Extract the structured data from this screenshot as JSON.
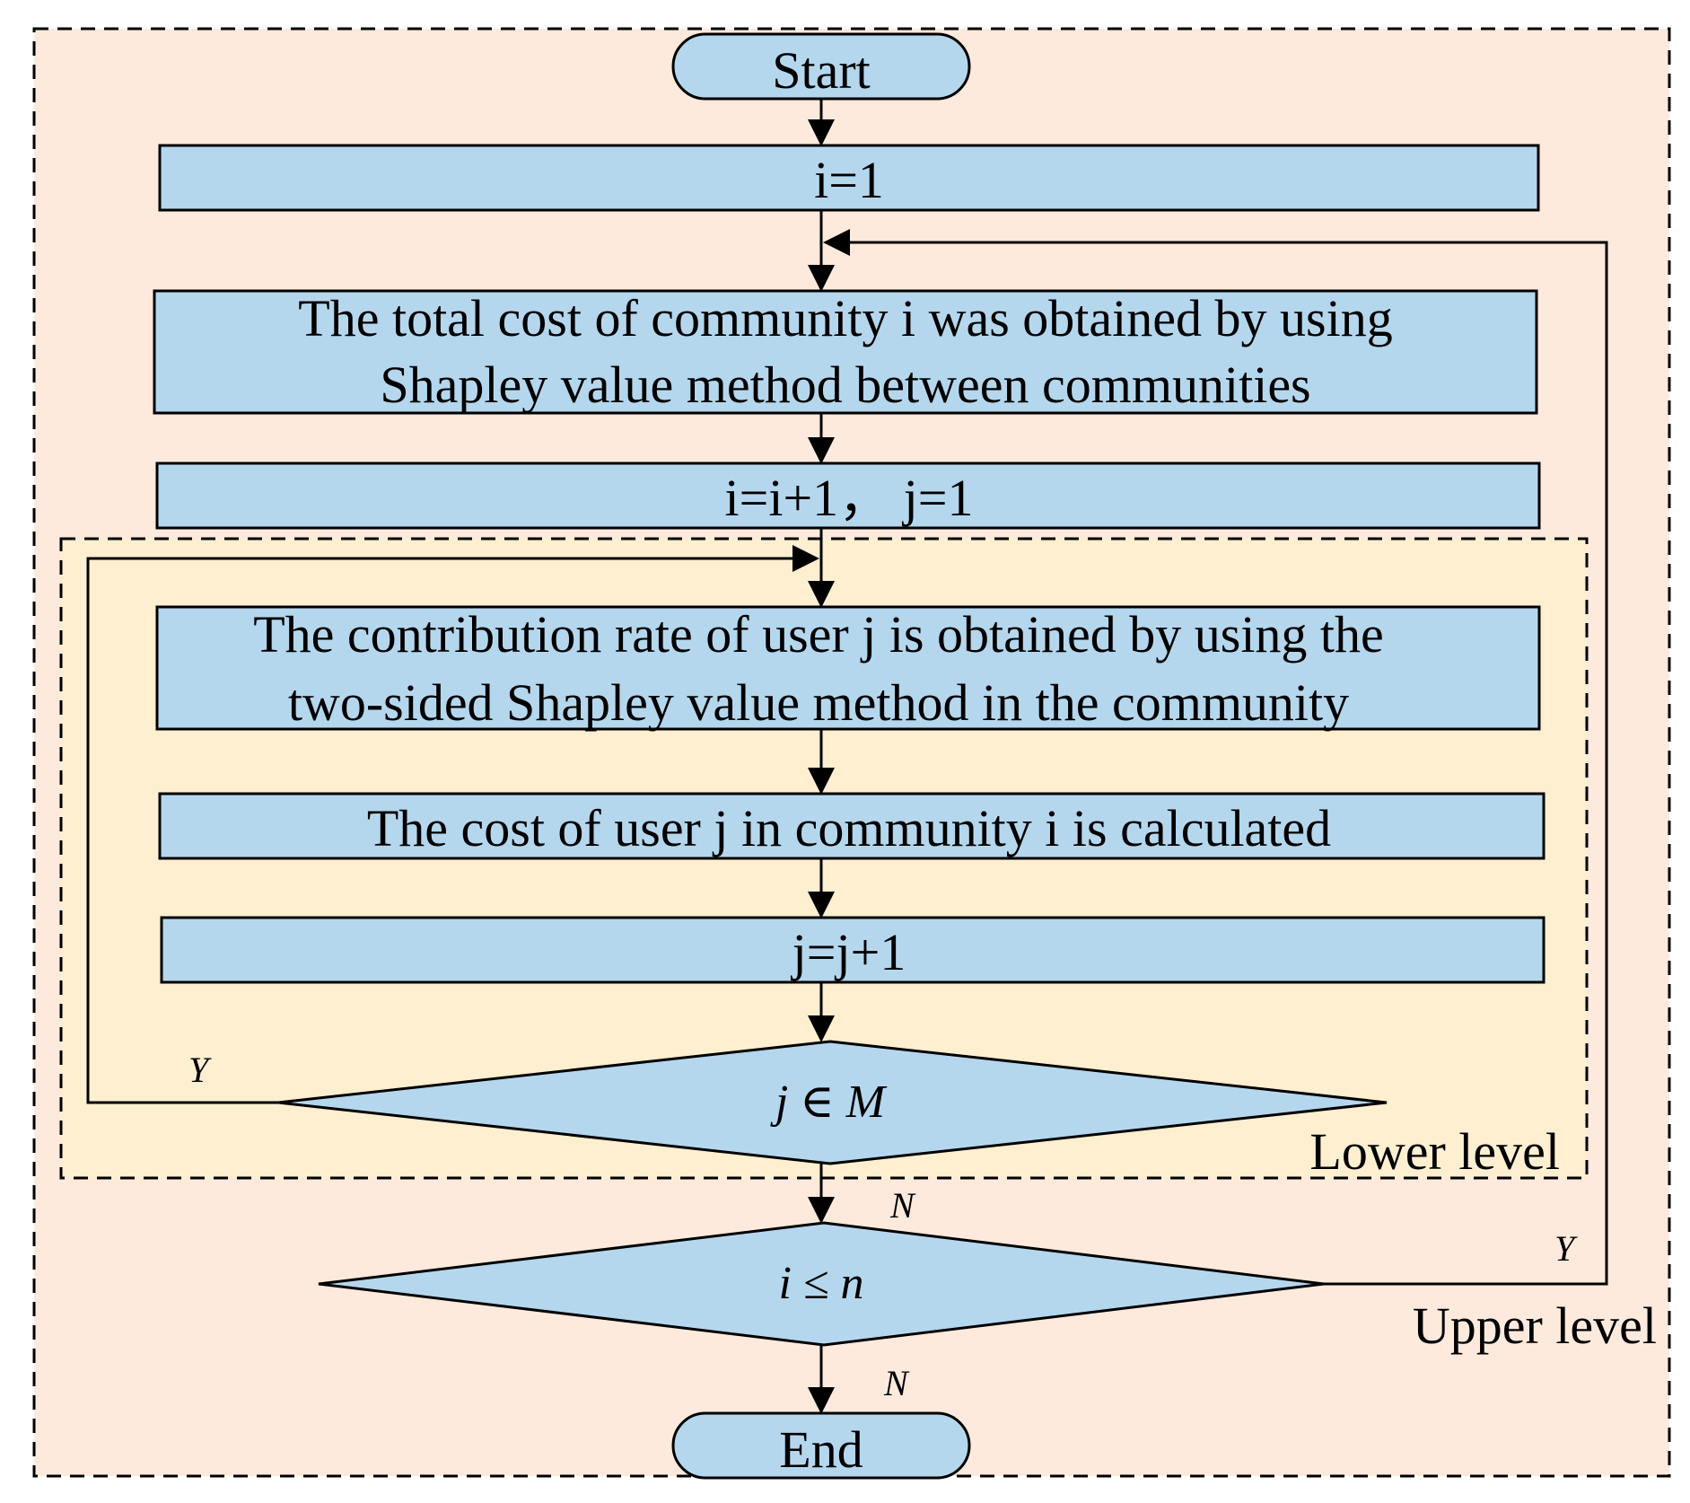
{
  "colors": {
    "outer_bg": "#fdeadd",
    "inner_bg": "#fdefd0",
    "node_fill": "#b5d7ee",
    "stroke": "#000000"
  },
  "nodes": {
    "start": "Start",
    "init_i": "i=1",
    "total_cost": {
      "line1": "The total cost of community i was obtained by using",
      "line2": "Shapley value method between communities"
    },
    "increment_i": "i=i+1，  j=1",
    "contribution": {
      "line1": "The contribution rate of user j is obtained by using the",
      "line2": "two-sided Shapley value method in the community"
    },
    "user_cost": "The cost of user j in community i is calculated",
    "increment_j": "j=j+1",
    "decision_j": "j ∈ M",
    "decision_i": "i ≤ n",
    "end": "End"
  },
  "branch_labels": {
    "j_yes": "Y",
    "j_no": "N",
    "i_yes": "Y",
    "i_no": "N"
  },
  "regions": {
    "lower": "Lower level",
    "upper": "Upper level"
  }
}
